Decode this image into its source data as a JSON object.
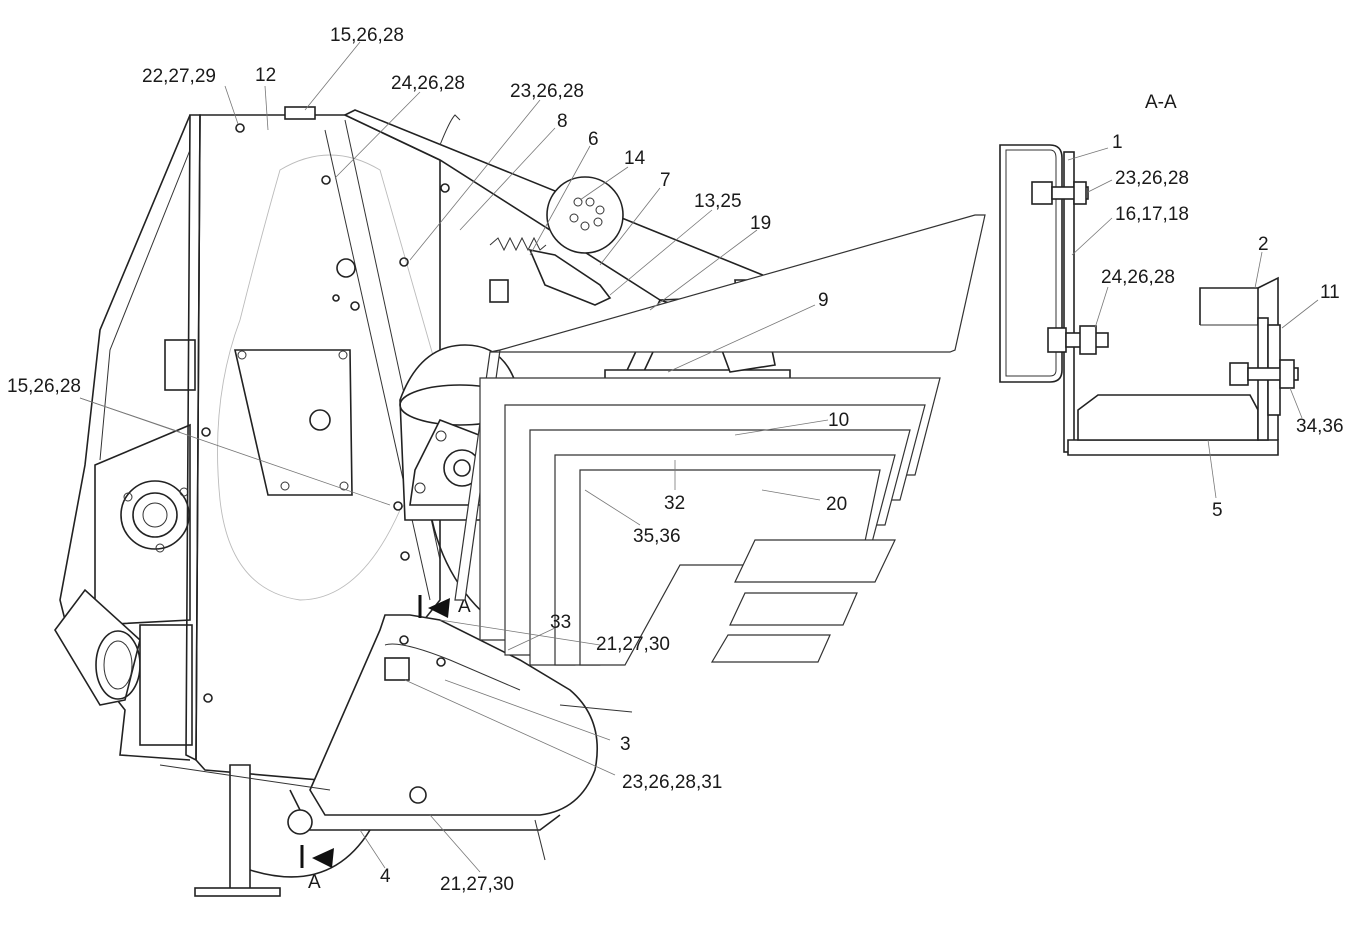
{
  "section_title": "A-A",
  "section_marks": [
    "A",
    "A"
  ],
  "labels": [
    "15,26,28",
    "22,27,29",
    "12",
    "24,26,28",
    "23,26,28",
    "8",
    "6",
    "14",
    "7",
    "13,25",
    "19",
    "9",
    "10",
    "20",
    "32",
    "35,36",
    "15,26,28",
    "33",
    "21,27,30",
    "3",
    "23,26,28,31",
    "4",
    "21,27,30",
    "1",
    "23,26,28",
    "16,17,18",
    "2",
    "24,26,28",
    "11",
    "34,36",
    "5"
  ]
}
